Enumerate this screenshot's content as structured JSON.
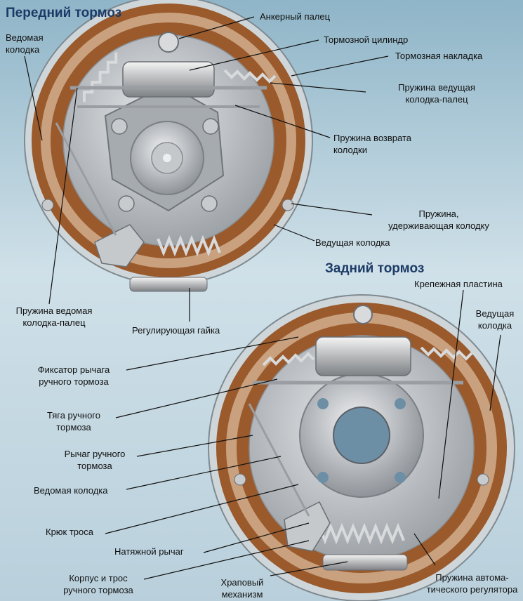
{
  "titles": {
    "front": "Передний тормоз",
    "rear": "Задний тормоз"
  },
  "front_labels": {
    "anchor_pin": "Анкерный палец",
    "wheel_cylinder": "Тормозной цилиндр",
    "lining": "Тормозная накладка",
    "primary_spring_1": "Пружина ведущая",
    "primary_spring_2": "колодка-палец",
    "return_spring_1": "Пружина возврата",
    "return_spring_2": "колодки",
    "hold_spring_1": "Пружина,",
    "hold_spring_2": "удерживающая колодку",
    "leading_shoe": "Ведущая колодка",
    "trailing_shoe_1": "Ведомая",
    "trailing_shoe_2": "колодка",
    "secondary_spring_1": "Пружина ведомая",
    "secondary_spring_2": "колодка-палец",
    "adjusting_nut": "Регулирующая гайка"
  },
  "rear_labels": {
    "backing_plate": "Крепежная пластина",
    "leading_shoe_1": "Ведущая",
    "leading_shoe_2": "колодка",
    "lever_latch_1": "Фиксатор рычага",
    "lever_latch_2": "ручного тормоза",
    "parking_rod_1": "Тяга ручного",
    "parking_rod_2": "тормоза",
    "parking_lever_1": "Рычаг ручного",
    "parking_lever_2": "тормоза",
    "trailing_shoe": "Ведомая колодка",
    "cable_hook": "Крюк троса",
    "tension_lever": "Натяжной рычаг",
    "cable_housing_1": "Корпус и трос",
    "cable_housing_2": "ручного тормоза",
    "ratchet_1": "Храповый",
    "ratchet_2": "механизм",
    "adjuster_spring_1": "Пружина автома-",
    "adjuster_spring_2": "тического регулятора"
  },
  "colors": {
    "drum_brown": "#9a5a2c",
    "lining_tan": "#c9a17e",
    "plate_gray": "#b9bcc0",
    "title_blue": "#1c3a66"
  }
}
